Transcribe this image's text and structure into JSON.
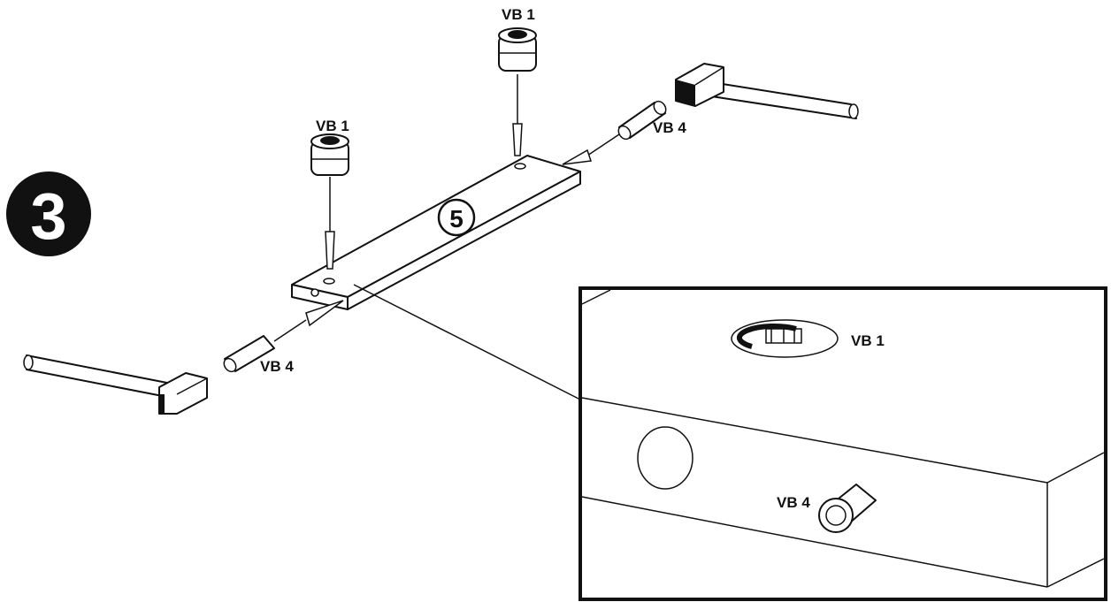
{
  "step": {
    "number": "3"
  },
  "panel": {
    "number": "5"
  },
  "labels": {
    "cam_top": "VB 1",
    "cam_left": "VB 1",
    "dowel_right": "VB 4",
    "dowel_left": "VB 4",
    "inset_cam": "VB 1",
    "inset_dowel": "VB 4"
  }
}
